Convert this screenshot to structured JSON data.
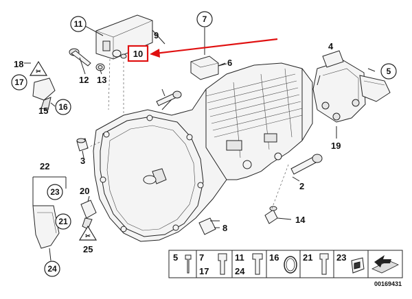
{
  "callouts": {
    "c2": "2",
    "c3": "3",
    "c4": "4",
    "c5": "5",
    "c6": "6",
    "c7": "7",
    "c8": "8",
    "c9": "9",
    "c10": "10",
    "c11": "11",
    "c12": "12",
    "c13": "13",
    "c14": "14",
    "c15": "15",
    "c16": "16",
    "c17": "17",
    "c18": "18",
    "c19": "19",
    "c20": "20",
    "c21": "21",
    "c22": "22",
    "c23": "23",
    "c24": "24",
    "c25": "25"
  },
  "highlight": {
    "label": "10",
    "box_color": "#e01010",
    "arrow_color": "#e01010"
  },
  "legend": {
    "items": [
      {
        "top": "5",
        "bottom": ""
      },
      {
        "top": "7",
        "bottom": "17"
      },
      {
        "top": "11",
        "bottom": "24"
      },
      {
        "top": "16",
        "bottom": ""
      },
      {
        "top": "21",
        "bottom": ""
      },
      {
        "top": "23",
        "bottom": ""
      }
    ]
  },
  "diagram_id": "00169431",
  "colors": {
    "line": "#222222",
    "part_fill": "#f4f4f4",
    "accent": "#e01010"
  }
}
